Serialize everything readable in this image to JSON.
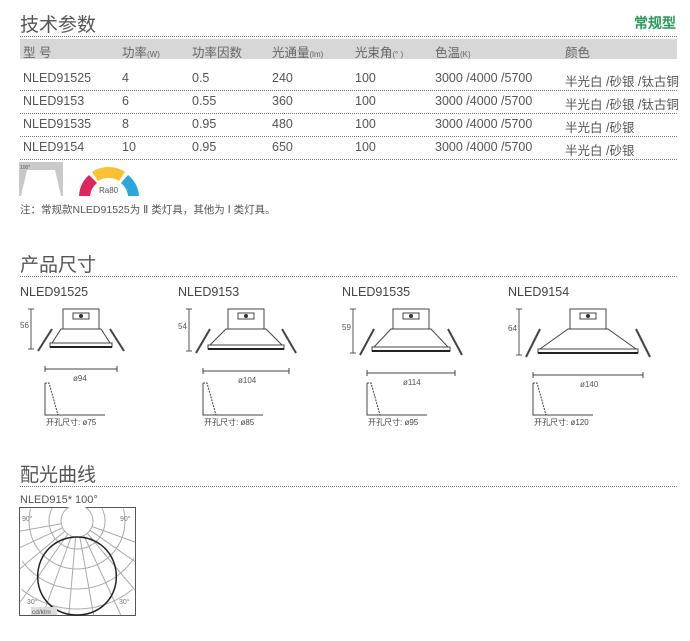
{
  "sections": {
    "specs": "技术参数",
    "dimensions": "产品尺寸",
    "light_curve": "配光曲线"
  },
  "type_label": "常规型",
  "table": {
    "headers": [
      {
        "main": "型 号",
        "unit": ""
      },
      {
        "main": "功率",
        "unit": "(W)"
      },
      {
        "main": "功率因数",
        "unit": ""
      },
      {
        "main": "光通量",
        "unit": "(lm)"
      },
      {
        "main": "光束角",
        "unit": "(° )"
      },
      {
        "main": "色温",
        "unit": "(K)"
      },
      {
        "main": "颜色",
        "unit": ""
      }
    ],
    "rows": [
      [
        "NLED91525",
        "4",
        "0.5",
        "240",
        "100",
        "3000 /4000 /5700",
        "半光白 /砂银 /钛古铜"
      ],
      [
        "NLED9153",
        "6",
        "0.55",
        "360",
        "100",
        "3000 /4000 /5700",
        "半光白 /砂银 /钛古铜"
      ],
      [
        "NLED91535",
        "8",
        "0.95",
        "480",
        "100",
        "3000 /4000 /5700",
        "半光白 /砂银"
      ],
      [
        "NLED9154",
        "10",
        "0.95",
        "650",
        "100",
        "3000 /4000 /5700",
        "半光白 /砂银"
      ]
    ]
  },
  "icons": {
    "beam_angle": "100°",
    "ra": "Ra80",
    "ra_colors": [
      "#e0245e",
      "#f9c22e",
      "#29a8e0"
    ]
  },
  "note": "注：常规款NLED91525为 Ⅱ 类灯具，其他为 Ⅰ 类灯具。",
  "products": [
    {
      "model": "NLED91525",
      "height": "56",
      "diameter": "ø94",
      "cutout": "开孔尺寸: ø75"
    },
    {
      "model": "NLED9153",
      "height": "54",
      "diameter": "ø104",
      "cutout": "开孔尺寸: ø85"
    },
    {
      "model": "NLED91535",
      "height": "59",
      "diameter": "ø114",
      "cutout": "开孔尺寸: ø95"
    },
    {
      "model": "NLED9154",
      "height": "64",
      "diameter": "ø140",
      "cutout": "开孔尺寸: ø120"
    }
  ],
  "polar": {
    "title": "NLED915*   100°",
    "angle_labels": [
      "90°",
      "90°",
      "30°",
      "30°"
    ],
    "unit": "cd/klm"
  }
}
